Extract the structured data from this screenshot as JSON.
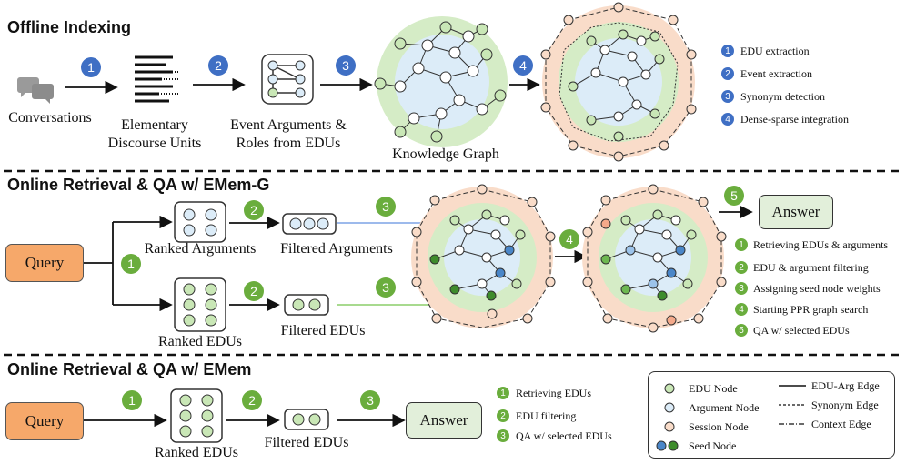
{
  "sections": {
    "offline": "Offline Indexing",
    "online_g": "Online Retrieval & QA w/ EMem-G",
    "online": "Online Retrieval & QA w/ EMem"
  },
  "offline": {
    "conversations": "Conversations",
    "edu_line1": "Elementary",
    "edu_line2": "Discourse Units",
    "event_line1": "Event Arguments &",
    "event_line2": "Roles from EDUs",
    "kg": "Knowledge Graph",
    "steps": [
      "1",
      "2",
      "3",
      "4"
    ],
    "legend": [
      "EDU extraction",
      "Event extraction",
      "Synonym detection",
      "Dense-sparse integration"
    ]
  },
  "online_g": {
    "query": "Query",
    "ranked_args": "Ranked Arguments",
    "filtered_args": "Filtered Arguments",
    "ranked_edus": "Ranked EDUs",
    "filtered_edus": "Filtered EDUs",
    "answer": "Answer",
    "steps": [
      "1",
      "2",
      "3",
      "4",
      "5"
    ],
    "legend": [
      "Retrieving EDUs & arguments",
      "EDU & argument filtering",
      "Assigning seed node weights",
      "Starting PPR graph search",
      "QA w/ selected EDUs"
    ]
  },
  "online": {
    "query": "Query",
    "ranked_edus": "Ranked EDUs",
    "filtered_edus": "Filtered EDUs",
    "answer": "Answer",
    "steps": [
      "1",
      "2",
      "3"
    ],
    "legend": [
      "Retrieving EDUs",
      "EDU filtering",
      "QA w/ selected EDUs"
    ]
  },
  "key": {
    "edu_node": "EDU Node",
    "arg_node": "Argument Node",
    "session_node": "Session Node",
    "seed_node": "Seed Node",
    "edu_arg_edge": "EDU-Arg Edge",
    "synonym_edge": "Synonym Edge",
    "context_edge": "Context Edge"
  },
  "colors": {
    "step_blue": "#3f6fc4",
    "step_green": "#6aad3d",
    "query_orange": "#f6a86a",
    "answer_green": "#e2efda",
    "edu_node": "#c9e7b6",
    "arg_node": "#dcecf8",
    "session_node": "#f9dcc9",
    "seed_green": "#3e8c2c",
    "seed_blue": "#4a86c8"
  }
}
